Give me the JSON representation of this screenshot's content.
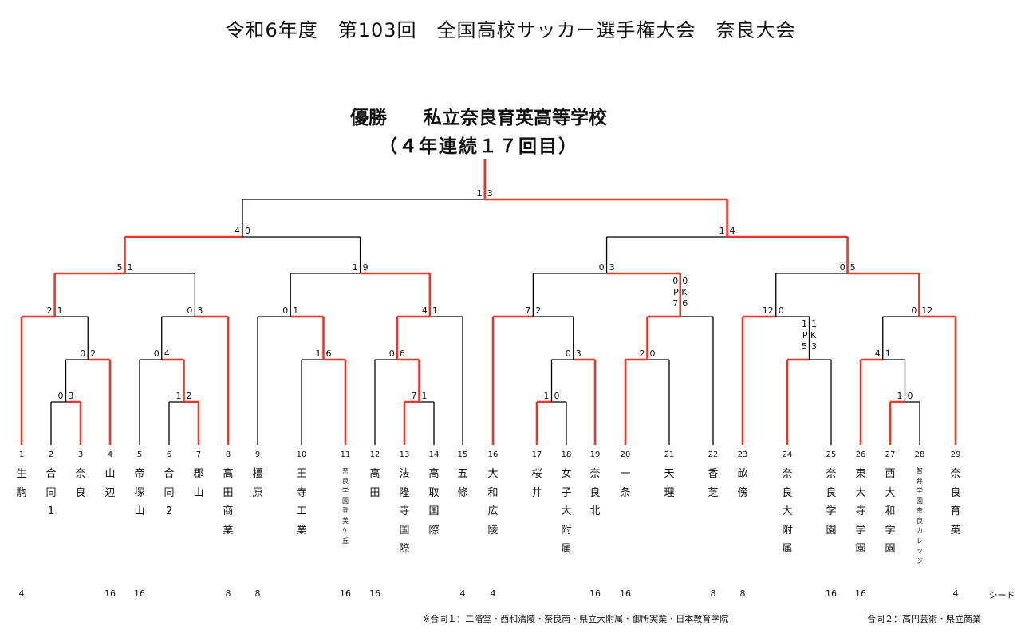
{
  "title": "令和6年度　第103回　全国高校サッカー選手権大会　奈良大会",
  "champion": {
    "line1": "優勝　　私立奈良育英高等学校",
    "line2": "（４年連続１７回目）"
  },
  "colors": {
    "winner": "#e8362a",
    "line": "#000000"
  },
  "teams": [
    {
      "n": "1",
      "name": "生駒",
      "seed": "4"
    },
    {
      "n": "2",
      "name": "合同1",
      "seed": ""
    },
    {
      "n": "3",
      "name": "奈良",
      "seed": ""
    },
    {
      "n": "4",
      "name": "山辺",
      "seed": "16"
    },
    {
      "n": "5",
      "name": "帝塚山",
      "seed": "16"
    },
    {
      "n": "6",
      "name": "合同2",
      "seed": ""
    },
    {
      "n": "7",
      "name": "郡山",
      "seed": ""
    },
    {
      "n": "8",
      "name": "高田商業",
      "seed": "8"
    },
    {
      "n": "9",
      "name": "橿原",
      "seed": "8"
    },
    {
      "n": "10",
      "name": "王寺工業",
      "seed": ""
    },
    {
      "n": "11",
      "name": "奈良学園登美ケ丘",
      "seed": "16",
      "small": true
    },
    {
      "n": "12",
      "name": "高田",
      "seed": "16"
    },
    {
      "n": "13",
      "name": "法隆寺国際",
      "seed": ""
    },
    {
      "n": "14",
      "name": "高取国際",
      "seed": ""
    },
    {
      "n": "15",
      "name": "五條",
      "seed": "4"
    },
    {
      "n": "16",
      "name": "大和広陵",
      "seed": "4"
    },
    {
      "n": "17",
      "name": "桜井",
      "seed": ""
    },
    {
      "n": "18",
      "name": "女子大附属",
      "seed": ""
    },
    {
      "n": "19",
      "name": "奈良北",
      "seed": "16"
    },
    {
      "n": "20",
      "name": "一条",
      "seed": "16"
    },
    {
      "n": "21",
      "name": "天理",
      "seed": ""
    },
    {
      "n": "22",
      "name": "香芝",
      "seed": "8"
    },
    {
      "n": "23",
      "name": "畝傍",
      "seed": "8"
    },
    {
      "n": "24",
      "name": "奈良大附属",
      "seed": ""
    },
    {
      "n": "25",
      "name": "奈良学園",
      "seed": "16"
    },
    {
      "n": "26",
      "name": "東大寺学園",
      "seed": "16"
    },
    {
      "n": "27",
      "name": "西大和学園",
      "seed": ""
    },
    {
      "n": "28",
      "name": "智弁学園奈良カレッジ",
      "seed": "",
      "small": true
    },
    {
      "n": "29",
      "name": "奈良育英",
      "seed": "4"
    }
  ],
  "seed_label": "シード",
  "matches": [
    {
      "id": "m1",
      "a": "t2",
      "b": "t3",
      "sa": "0",
      "sb": "3",
      "w": "b"
    },
    {
      "id": "m2",
      "a": "t6",
      "b": "t7",
      "sa": "1",
      "sb": "2",
      "w": "b"
    },
    {
      "id": "m3",
      "a": "t17",
      "b": "t18",
      "sa": "1",
      "sb": "0",
      "w": "a"
    },
    {
      "id": "m4",
      "a": "t13",
      "b": "t14",
      "sa": "7",
      "sb": "1",
      "w": "a"
    },
    {
      "id": "m5",
      "a": "t27",
      "b": "t28",
      "sa": "1",
      "sb": "0",
      "w": "a"
    },
    {
      "id": "m6",
      "a": "m1",
      "b": "t4",
      "sa": "0",
      "sb": "2",
      "w": "b"
    },
    {
      "id": "m7",
      "a": "t5",
      "b": "m2",
      "sa": "0",
      "sb": "4",
      "w": "b"
    },
    {
      "id": "m8",
      "a": "t10",
      "b": "t11",
      "sa": "1",
      "sb": "6",
      "w": "b"
    },
    {
      "id": "m9",
      "a": "t12",
      "b": "m4",
      "sa": "0",
      "sb": "6",
      "w": "b"
    },
    {
      "id": "m10",
      "a": "m3",
      "b": "t19",
      "sa": "0",
      "sb": "3",
      "w": "b"
    },
    {
      "id": "m11",
      "a": "t20",
      "b": "t21",
      "sa": "2",
      "sb": "0",
      "w": "a"
    },
    {
      "id": "m12",
      "a": "t24",
      "b": "t25",
      "sa": "1",
      "sb": "1",
      "w": "a",
      "pk": [
        "5",
        "3"
      ]
    },
    {
      "id": "m13",
      "a": "t26",
      "b": "m5",
      "sa": "4",
      "sb": "1",
      "w": "a"
    },
    {
      "id": "m14",
      "a": "t1",
      "b": "m6",
      "sa": "2",
      "sb": "1",
      "w": "a"
    },
    {
      "id": "m15",
      "a": "m7",
      "b": "t8",
      "sa": "0",
      "sb": "3",
      "w": "b"
    },
    {
      "id": "m16",
      "a": "t9",
      "b": "m8",
      "sa": "0",
      "sb": "1",
      "w": "b"
    },
    {
      "id": "m17",
      "a": "m9",
      "b": "t15",
      "sa": "4",
      "sb": "1",
      "w": "a"
    },
    {
      "id": "m18",
      "a": "t16",
      "b": "m10",
      "sa": "7",
      "sb": "2",
      "w": "a"
    },
    {
      "id": "m19",
      "a": "m11",
      "b": "t22",
      "sa": "0",
      "sb": "0",
      "w": "a",
      "pk": [
        "7",
        "6"
      ]
    },
    {
      "id": "m20",
      "a": "t23",
      "b": "m12",
      "sa": "12",
      "sb": "0",
      "w": "a"
    },
    {
      "id": "m21",
      "a": "m13",
      "b": "t29",
      "sa": "0",
      "sb": "12",
      "w": "b"
    },
    {
      "id": "m22",
      "a": "m14",
      "b": "m15",
      "sa": "5",
      "sb": "1",
      "w": "a"
    },
    {
      "id": "m23",
      "a": "m16",
      "b": "m17",
      "sa": "1",
      "sb": "9",
      "w": "b"
    },
    {
      "id": "m24",
      "a": "m18",
      "b": "m19",
      "sa": "0",
      "sb": "3",
      "w": "b"
    },
    {
      "id": "m25",
      "a": "m20",
      "b": "m21",
      "sa": "0",
      "sb": "5",
      "w": "b"
    },
    {
      "id": "m26",
      "a": "m22",
      "b": "m23",
      "sa": "4",
      "sb": "0",
      "w": "a"
    },
    {
      "id": "m27",
      "a": "m24",
      "b": "m25",
      "sa": "1",
      "sb": "4",
      "w": "b"
    },
    {
      "id": "m28",
      "a": "m26",
      "b": "m27",
      "sa": "1",
      "sb": "3",
      "w": "b"
    }
  ],
  "pk_label": "PK",
  "notes": {
    "note1": "※合同１：二階堂・西和清陵・奈良南・県立大附属・御所実業・日本教育学院",
    "note2": "合同２：高円芸術・県立商業"
  }
}
